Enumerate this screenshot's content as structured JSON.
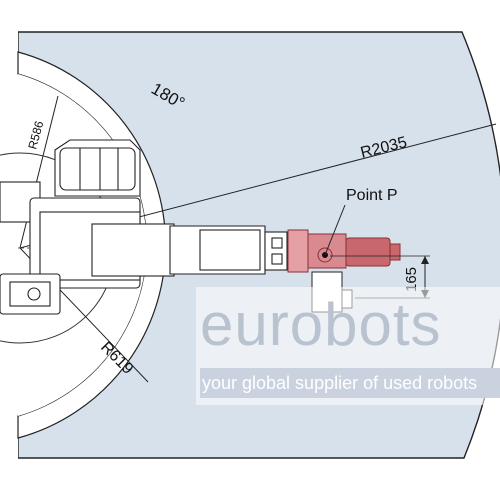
{
  "diagram": {
    "labels": {
      "angle": "180°",
      "outer_radius": "R2035",
      "point": "Point P",
      "inner_radius_small": "R586",
      "inner_radius": "R619",
      "offset": "165"
    }
  },
  "watermark": {
    "logo": "eurobots",
    "tagline": "your global supplier of used robots"
  },
  "colors": {
    "work_area": "#d7e1ec",
    "arc_band": "#ffffff",
    "line": "#222222",
    "robot_highlight": "#c8686c"
  }
}
